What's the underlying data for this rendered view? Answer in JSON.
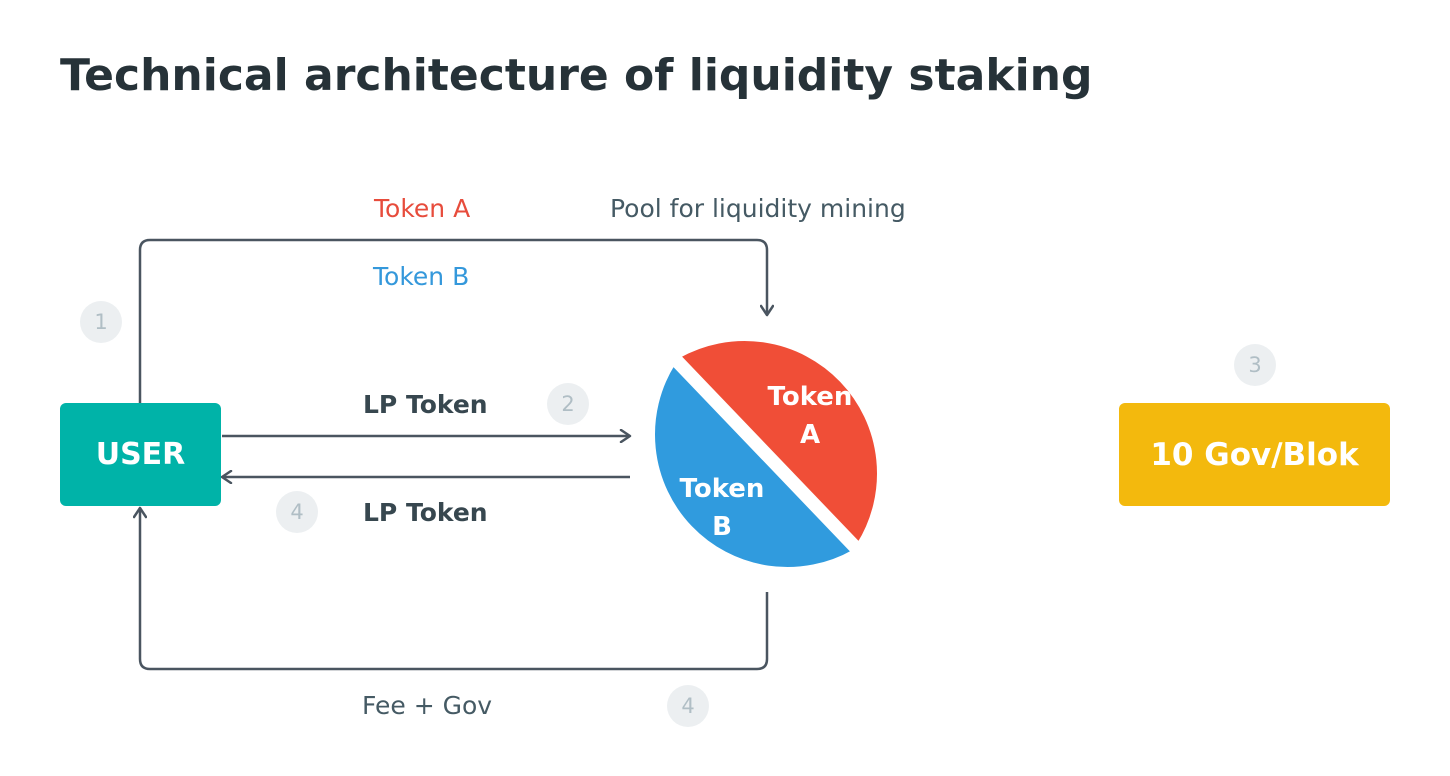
{
  "title": "Technical architecture of liquidity staking",
  "colors": {
    "user": "#00b3a8",
    "gov": "#f3b90d",
    "token_a": "#f04e37",
    "token_b": "#309bde",
    "connector": "#4a5560",
    "step_bg": "#eceff1"
  },
  "nodes": {
    "user": "USER",
    "gov": "10 Gov/Blok",
    "pool_label": "Pool for liquidity mining",
    "pool_token_a": "Token",
    "pool_token_a_letter": "A",
    "pool_token_b": "Token",
    "pool_token_b_letter": "B"
  },
  "edges": {
    "deposit_token_a": "Token A",
    "deposit_token_b": "Token B",
    "lp_token_in": "LP Token",
    "lp_token_out": "LP Token",
    "fee_gov": "Fee + Gov"
  },
  "steps": {
    "s1": "1",
    "s2": "2",
    "s3": "3",
    "s4a": "4",
    "s4b": "4"
  }
}
